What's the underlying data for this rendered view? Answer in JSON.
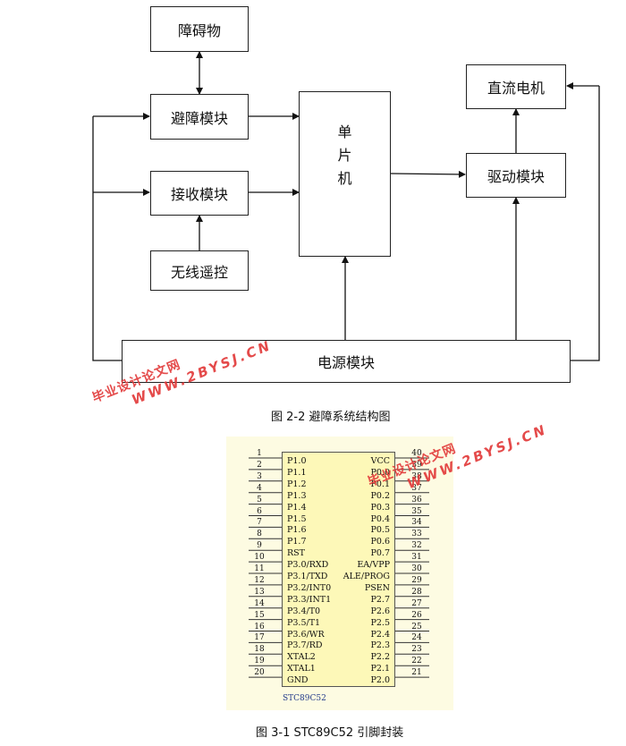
{
  "blocks": {
    "obstacle": "障碍物",
    "avoid_module": "避障模块",
    "receive_module": "接收模块",
    "wireless_remote": "无线遥控",
    "mcu": [
      "单",
      "片",
      "机"
    ],
    "dc_motor": "直流电机",
    "drive_module": "驱动模块",
    "power_module": "电源模块"
  },
  "caption_top": "图 2-2  避障系统结构图",
  "caption_bottom": "图 3-1    STC89C52 引脚封装",
  "watermark": {
    "line1": "毕业设计论文网",
    "line2": "WWW.2BYSJ.CN",
    "color": "#e23b3b"
  },
  "chip": {
    "name": "STC89C52",
    "left_pins": [
      {
        "num": "1",
        "label": "P1.0"
      },
      {
        "num": "2",
        "label": "P1.1"
      },
      {
        "num": "3",
        "label": "P1.2"
      },
      {
        "num": "4",
        "label": "P1.3"
      },
      {
        "num": "5",
        "label": "P1.4"
      },
      {
        "num": "6",
        "label": "P1.5"
      },
      {
        "num": "7",
        "label": "P1.6"
      },
      {
        "num": "8",
        "label": "P1.7"
      },
      {
        "num": "9",
        "label": "RST"
      },
      {
        "num": "10",
        "label": "P3.0/RXD"
      },
      {
        "num": "11",
        "label": "P3.1/TXD"
      },
      {
        "num": "12",
        "label": "P3.2/INT0"
      },
      {
        "num": "13",
        "label": "P3.3/INT1"
      },
      {
        "num": "14",
        "label": "P3.4/T0"
      },
      {
        "num": "15",
        "label": "P3.5/T1"
      },
      {
        "num": "16",
        "label": "P3.6/WR"
      },
      {
        "num": "17",
        "label": "P3.7/RD"
      },
      {
        "num": "18",
        "label": "XTAL2"
      },
      {
        "num": "19",
        "label": "XTAL1"
      },
      {
        "num": "20",
        "label": "GND"
      }
    ],
    "right_pins": [
      {
        "num": "40",
        "label": "VCC"
      },
      {
        "num": "39",
        "label": "P0.0"
      },
      {
        "num": "38",
        "label": "P0.1"
      },
      {
        "num": "37",
        "label": "P0.2"
      },
      {
        "num": "36",
        "label": "P0.3"
      },
      {
        "num": "35",
        "label": "P0.4"
      },
      {
        "num": "34",
        "label": "P0.5"
      },
      {
        "num": "33",
        "label": "P0.6"
      },
      {
        "num": "32",
        "label": "P0.7"
      },
      {
        "num": "31",
        "label": "EA/VPP"
      },
      {
        "num": "30",
        "label": "ALE/PROG"
      },
      {
        "num": "29",
        "label": "PSEN"
      },
      {
        "num": "28",
        "label": "P2.7"
      },
      {
        "num": "27",
        "label": "P2.6"
      },
      {
        "num": "26",
        "label": "P2.5"
      },
      {
        "num": "25",
        "label": "P2.4"
      },
      {
        "num": "24",
        "label": "P2.3"
      },
      {
        "num": "23",
        "label": "P2.2"
      },
      {
        "num": "22",
        "label": "P2.1"
      },
      {
        "num": "21",
        "label": "P2.0"
      }
    ]
  }
}
